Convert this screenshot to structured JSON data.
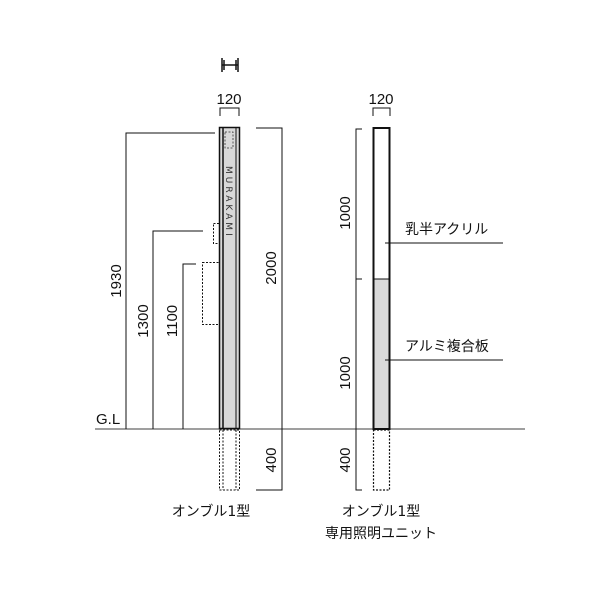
{
  "drawing": {
    "ground_label": "G.L",
    "left_unit": {
      "width_label": "120",
      "brand": "MURAKAMI",
      "heights": {
        "h1930": "1930",
        "h1300": "1300",
        "h1100": "1100"
      },
      "total_height": "2000",
      "buried_depth": "400",
      "caption": "オンブル1型"
    },
    "right_unit": {
      "width_label": "120",
      "upper_height": "1000",
      "lower_height": "1000",
      "buried_depth": "400",
      "upper_material": "乳半アクリル",
      "lower_material": "アルミ複合板",
      "caption_line1": "オンブル1型",
      "caption_line2": "専用照明ユニット"
    },
    "colors": {
      "line": "#111111",
      "fill_gray": "#d9d9d9",
      "ground": "#666666"
    }
  }
}
